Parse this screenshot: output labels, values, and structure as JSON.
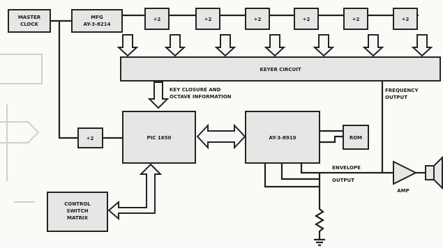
{
  "blocks": {
    "master_clock": [
      "MASTER",
      "CLOCK"
    ],
    "mfg": [
      "MFG",
      "AY-3-8214"
    ],
    "dividers": [
      "÷2",
      "÷2",
      "÷2",
      "÷2",
      "÷2",
      "÷2"
    ],
    "keyer": "KEYER CIRCUIT",
    "div_small": "÷2",
    "pic": "PIC 1650",
    "ay": "AY-3-8910",
    "rom": "ROM",
    "control": [
      "CONTROL",
      "SWITCH",
      "MATRIX"
    ],
    "amp": "AMP"
  },
  "notes": {
    "key_closure": [
      "KEY CLOSURE AND",
      "OCTAVE INFORMATION"
    ],
    "frequency": [
      "FREQUENCY",
      "OUTPUT"
    ],
    "envelope": [
      "ENVELOPE",
      "OUTPUT"
    ]
  }
}
